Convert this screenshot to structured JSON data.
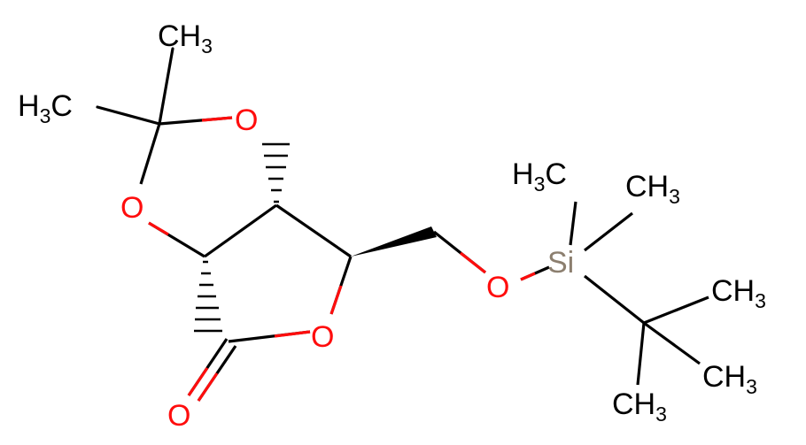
{
  "atoms": [
    {
      "id": "ch3_top",
      "text": "CH",
      "sub": "3",
      "color": "#000000"
    },
    {
      "id": "h3c_left",
      "text": "H",
      "sub": "3",
      "post": "C",
      "color": "#000000"
    },
    {
      "id": "o_ring_top",
      "text": "O",
      "color": "#ff0d0d"
    },
    {
      "id": "o_ring_left",
      "text": "O",
      "color": "#ff0d0d"
    },
    {
      "id": "o_lactone",
      "text": "O",
      "color": "#ff0d0d"
    },
    {
      "id": "o_carbonyl",
      "text": "O",
      "color": "#ff0d0d"
    },
    {
      "id": "o_ether",
      "text": "O",
      "color": "#ff0d0d"
    },
    {
      "id": "si",
      "text": "Si",
      "color": "#8c7f6f"
    },
    {
      "id": "h3c_si",
      "text": "H",
      "sub": "3",
      "post": "C",
      "color": "#000000"
    },
    {
      "id": "ch3_si",
      "text": "CH",
      "sub": "3",
      "color": "#000000"
    },
    {
      "id": "ch3_tb1",
      "text": "CH",
      "sub": "3",
      "color": "#000000"
    },
    {
      "id": "ch3_tb2",
      "text": "CH",
      "sub": "3",
      "color": "#000000"
    },
    {
      "id": "ch3_tb3",
      "text": "CH",
      "sub": "3",
      "color": "#000000"
    }
  ]
}
